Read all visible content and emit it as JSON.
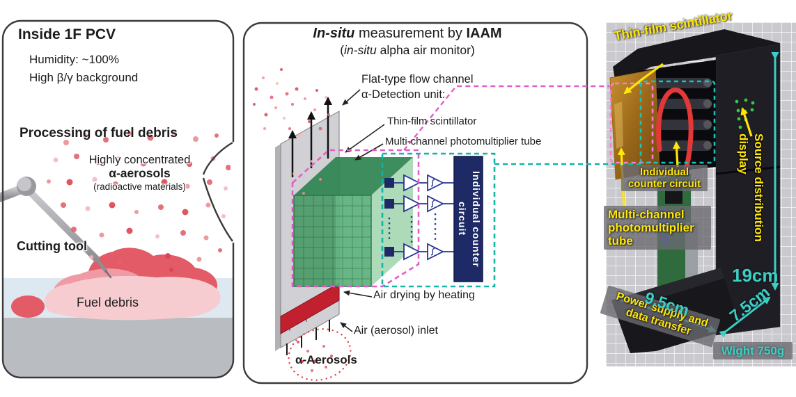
{
  "left_panel": {
    "title": "Inside 1F PCV",
    "humidity": "Humidity: ~100%",
    "radiation": "High β/γ background",
    "processing": "Processing of fuel debris",
    "aerosol_line1": "Highly concentrated",
    "aerosol_line2": "α-aerosols",
    "aerosol_line3": "(radioactive materials)",
    "cutting_tool": "Cutting tool",
    "fuel_debris": "Fuel debris"
  },
  "middle_panel": {
    "title_italic": "In-situ",
    "title_mid": " measurement by ",
    "title_bold": "IAAM",
    "subtitle_open": "(",
    "subtitle_italic": "in-situ",
    "subtitle_rest": " alpha air monitor)",
    "flow_channel_line1": "Flat-type flow channel",
    "flow_channel_line2": "α-Detection unit:",
    "thin_film": "Thin-film scintillator",
    "pmt": "Multi-channel photomultiplier tube",
    "counter_line1": "Individual counter",
    "counter_line2": "circuit",
    "air_drying": "Air drying by heating",
    "air_inlet": "Air (aerosol) inlet",
    "aerosols": "α-Aerosols"
  },
  "photo_panel": {
    "thin_film": "Thin-film scintillator",
    "counter_line1": "Individual",
    "counter_line2": "counter circuit",
    "pmt_line1": "Multi-channel",
    "pmt_line2": "photomultiplier",
    "pmt_line3": "tube",
    "source_line1": "Source distribution",
    "source_line2": "display",
    "power_line1": "Power supply and",
    "power_line2": "data transfer",
    "weight": "Wight 750g",
    "dim_height": "19cm",
    "dim_width": "9.5cm",
    "dim_depth": "7.5cm"
  },
  "colors": {
    "panel_border": "#3a3a3a",
    "magenta_dash": "#e05ec6",
    "teal_dash": "#12b3a8",
    "photo_teal": "#3bd0c6",
    "label_yellow": "#ffe60a",
    "navy": "#1e2a66",
    "heater_red": "#c2202e",
    "green_front": "#58ae78",
    "aerosol_red": "#e0606a"
  }
}
